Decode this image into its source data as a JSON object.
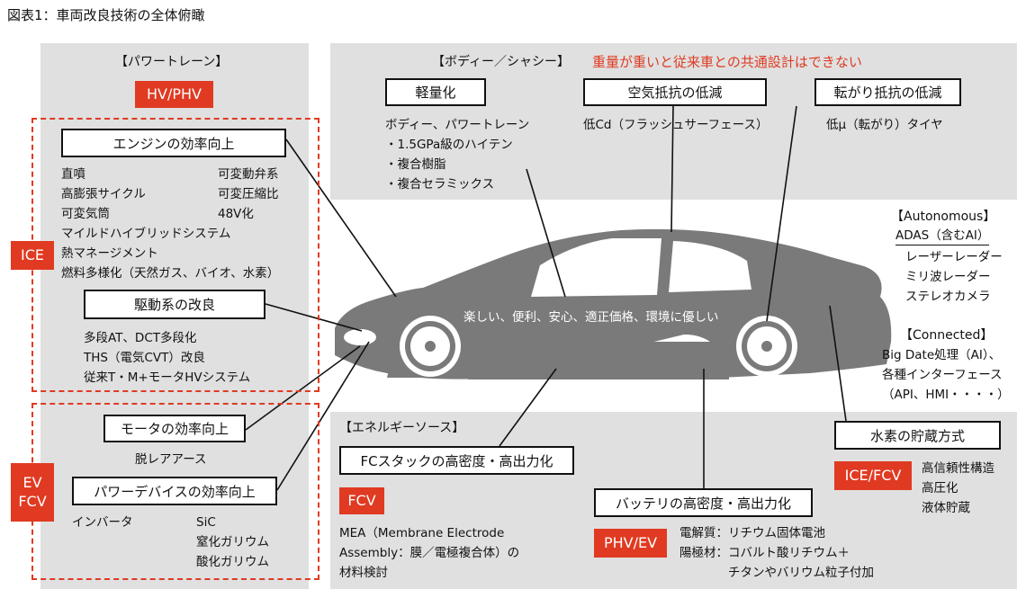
{
  "title": "図表1：車両改良技術の全体俯瞰",
  "powertrain": {
    "heading": "【パワートレーン】",
    "badge": "HV/PHV",
    "ice_label": "ICE",
    "ev_label": "EV\nFCV",
    "engine_box": "エンジンの効率向上",
    "engine_items_left": [
      "直噴",
      "高膨張サイクル",
      "可変気筒"
    ],
    "engine_items_right": [
      "可変動弁系",
      "可変圧縮比",
      "48V化"
    ],
    "engine_items_full": [
      "マイルドハイブリッドシステム",
      "熱マネージメント",
      "燃料多様化（天然ガス、バイオ、水素）"
    ],
    "drive_box": "駆動系の改良",
    "drive_items": [
      "多段AT、DCT多段化",
      "THS（電気CVT）改良",
      "従来T・M+モータHVシステム"
    ],
    "motor_box": "モータの効率向上",
    "motor_item": "脱レアアース",
    "device_box": "パワーデバイスの効率向上",
    "device_left": "インバータ",
    "device_right": [
      "SiC",
      "窒化ガリウム",
      "酸化ガリウム"
    ]
  },
  "body": {
    "heading": "【ボディー／シャシー】",
    "warning": "重量が重いと従来車との共通設計はできない",
    "warning_color": "#e03a22",
    "light_box": "軽量化",
    "light_items": [
      "ボディー、パワートレーン",
      "・1.5GPa級のハイテン",
      "・複合樹脂",
      "・複合セラミックス"
    ],
    "aero_box": "空気抵抗の低減",
    "aero_item": "低Cd（フラッシュサーフェース）",
    "roll_box": "転がり抵抗の低減",
    "roll_item": "低μ（転がり）タイヤ"
  },
  "car_slogan": "楽しい、便利、安心、適正価格、環境に優しい",
  "autonomous": {
    "heading": "【Autonomous】",
    "adas": "ADAS（含むAI）",
    "items": [
      "レーザーレーダー",
      "ミリ波レーダー",
      "ステレオカメラ"
    ]
  },
  "connected": {
    "heading": "【Connected】",
    "items": [
      "Big Date処理（AI）、",
      "各種インターフェース",
      "（API、HMI・・・・）"
    ]
  },
  "energy": {
    "heading": "【エネルギーソース】",
    "fc_box": "FCスタックの高密度・高出力化",
    "fcv_badge": "FCV",
    "fc_items": [
      "MEA（Membrane Electrode",
      "Assembly：膜／電極複合体）の",
      "材料検討"
    ],
    "battery_box": "バッテリの高密度・高出力化",
    "phv_badge": "PHV/EV",
    "battery_items": [
      "電解質：リチウム固体電池",
      "陽極材：コバルト酸リチウム＋",
      "　　　　チタンやバリウム粒子付加"
    ],
    "h2_box": "水素の貯蔵方式",
    "h2_badge": "ICE/FCV",
    "h2_items": [
      "高信頼性構造",
      "高圧化",
      "液体貯蔵"
    ]
  }
}
